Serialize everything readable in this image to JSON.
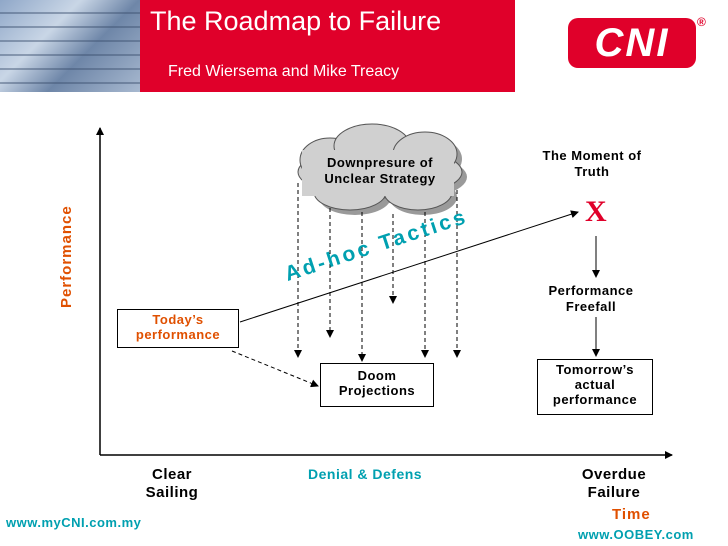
{
  "header": {
    "title": "The Roadmap to Failure",
    "subtitle": "Fred Wiersema and  Mike Treacy",
    "logo_text": "CNI",
    "logo_mark": "®"
  },
  "diagram": {
    "y_axis_label": "Performance",
    "cloud_label_line1": "Downpresure of",
    "cloud_label_line2": "Unclear Strategy",
    "moment_line1": "The Moment of",
    "moment_line2": "Truth",
    "x_mark": "X",
    "tactics_label": "Ad-hoc Tactics",
    "today_line1": "Today’s",
    "today_line2": "performance",
    "freefall_line1": "Performance",
    "freefall_line2": "Freefall",
    "doom_line1": "Doom",
    "doom_line2": "Projections",
    "tomorrow_line1": "Tomorrow’s",
    "tomorrow_line2": "actual",
    "tomorrow_line3": "performance",
    "stage1_line1": "Clear",
    "stage1_line2": "Sailing",
    "stage2": "Denial & Defens",
    "stage3_line1": "Overdue",
    "stage3_line2": "Failure",
    "x_axis_label": "Time"
  },
  "footer": {
    "left_url": "www.myCNI.com.my",
    "right_url": "www.OOBEY.com"
  },
  "colors": {
    "brand_red": "#e0002a",
    "accent_teal": "#00a0b0",
    "axis_label_orange": "#e05000",
    "cloud_fill": "#d0d0d0"
  }
}
